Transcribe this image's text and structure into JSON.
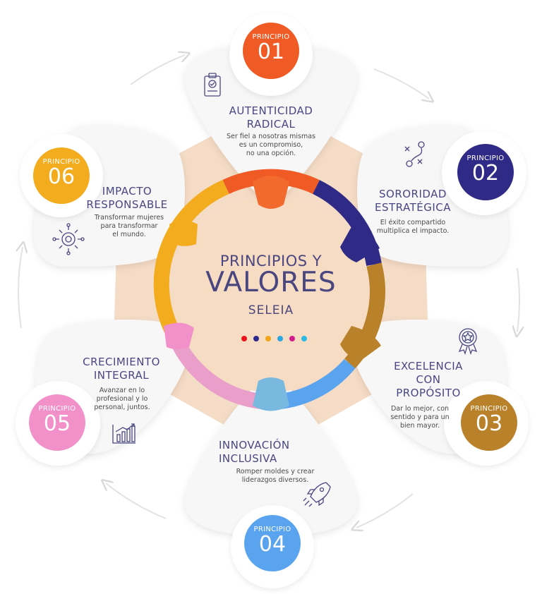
{
  "center": {
    "title_line1": "PRINCIPIOS Y",
    "title_line2": "VALORES",
    "subtitle": "SELEIA",
    "dot_colors": [
      "#e8131b",
      "#2b2a8a",
      "#f3a21c",
      "#2aa8e0",
      "#d11d8c",
      "#2ab8e6"
    ]
  },
  "principles": [
    {
      "label": "PRINCIPIO",
      "number": "01",
      "title": [
        "AUTENTICIDAD",
        "RADICAL"
      ],
      "description": [
        "Ser fiel a nosotras mismas",
        "es un compromiso,",
        "no una opción."
      ],
      "color": "#f05a24",
      "icon": "clipboard-check-icon"
    },
    {
      "label": "PRINCIPIO",
      "number": "02",
      "title": [
        "SORORIDAD",
        "ESTRATÉGICA"
      ],
      "description": [
        "El éxito compartido",
        "multiplica el impacto."
      ],
      "color": "#2e2a86",
      "icon": "strategy-xo-icon"
    },
    {
      "label": "PRINCIPIO",
      "number": "03",
      "title": [
        "EXCELENCIA",
        "CON",
        "PROPÓSITO"
      ],
      "description": [
        "Dar lo mejor, con",
        "sentido y para un",
        "bien mayor."
      ],
      "color": "#b8812a",
      "icon": "award-badge-icon"
    },
    {
      "label": "PRINCIPIO",
      "number": "04",
      "title": [
        "INNOVACIÓN",
        "INCLUSIVA"
      ],
      "description": [
        "Romper moldes y crear",
        "liderazgos diversos."
      ],
      "color": "#5aa4ef",
      "icon": "rocket-icon"
    },
    {
      "label": "PRINCIPIO",
      "number": "05",
      "title": [
        "CRECIMIENTO",
        "INTEGRAL"
      ],
      "description": [
        "Avanzar en lo",
        "profesional y lo",
        "personal, juntos."
      ],
      "color": "#f291c9",
      "icon": "growth-chart-icon"
    },
    {
      "label": "PRINCIPIO",
      "number": "06",
      "title": [
        "IMPACTO",
        "RESPONSABLE"
      ],
      "description": [
        "Transformar mujeres",
        "para transformar",
        "el mundo."
      ],
      "color": "#f2ac1e",
      "icon": "gear-network-icon"
    }
  ]
}
